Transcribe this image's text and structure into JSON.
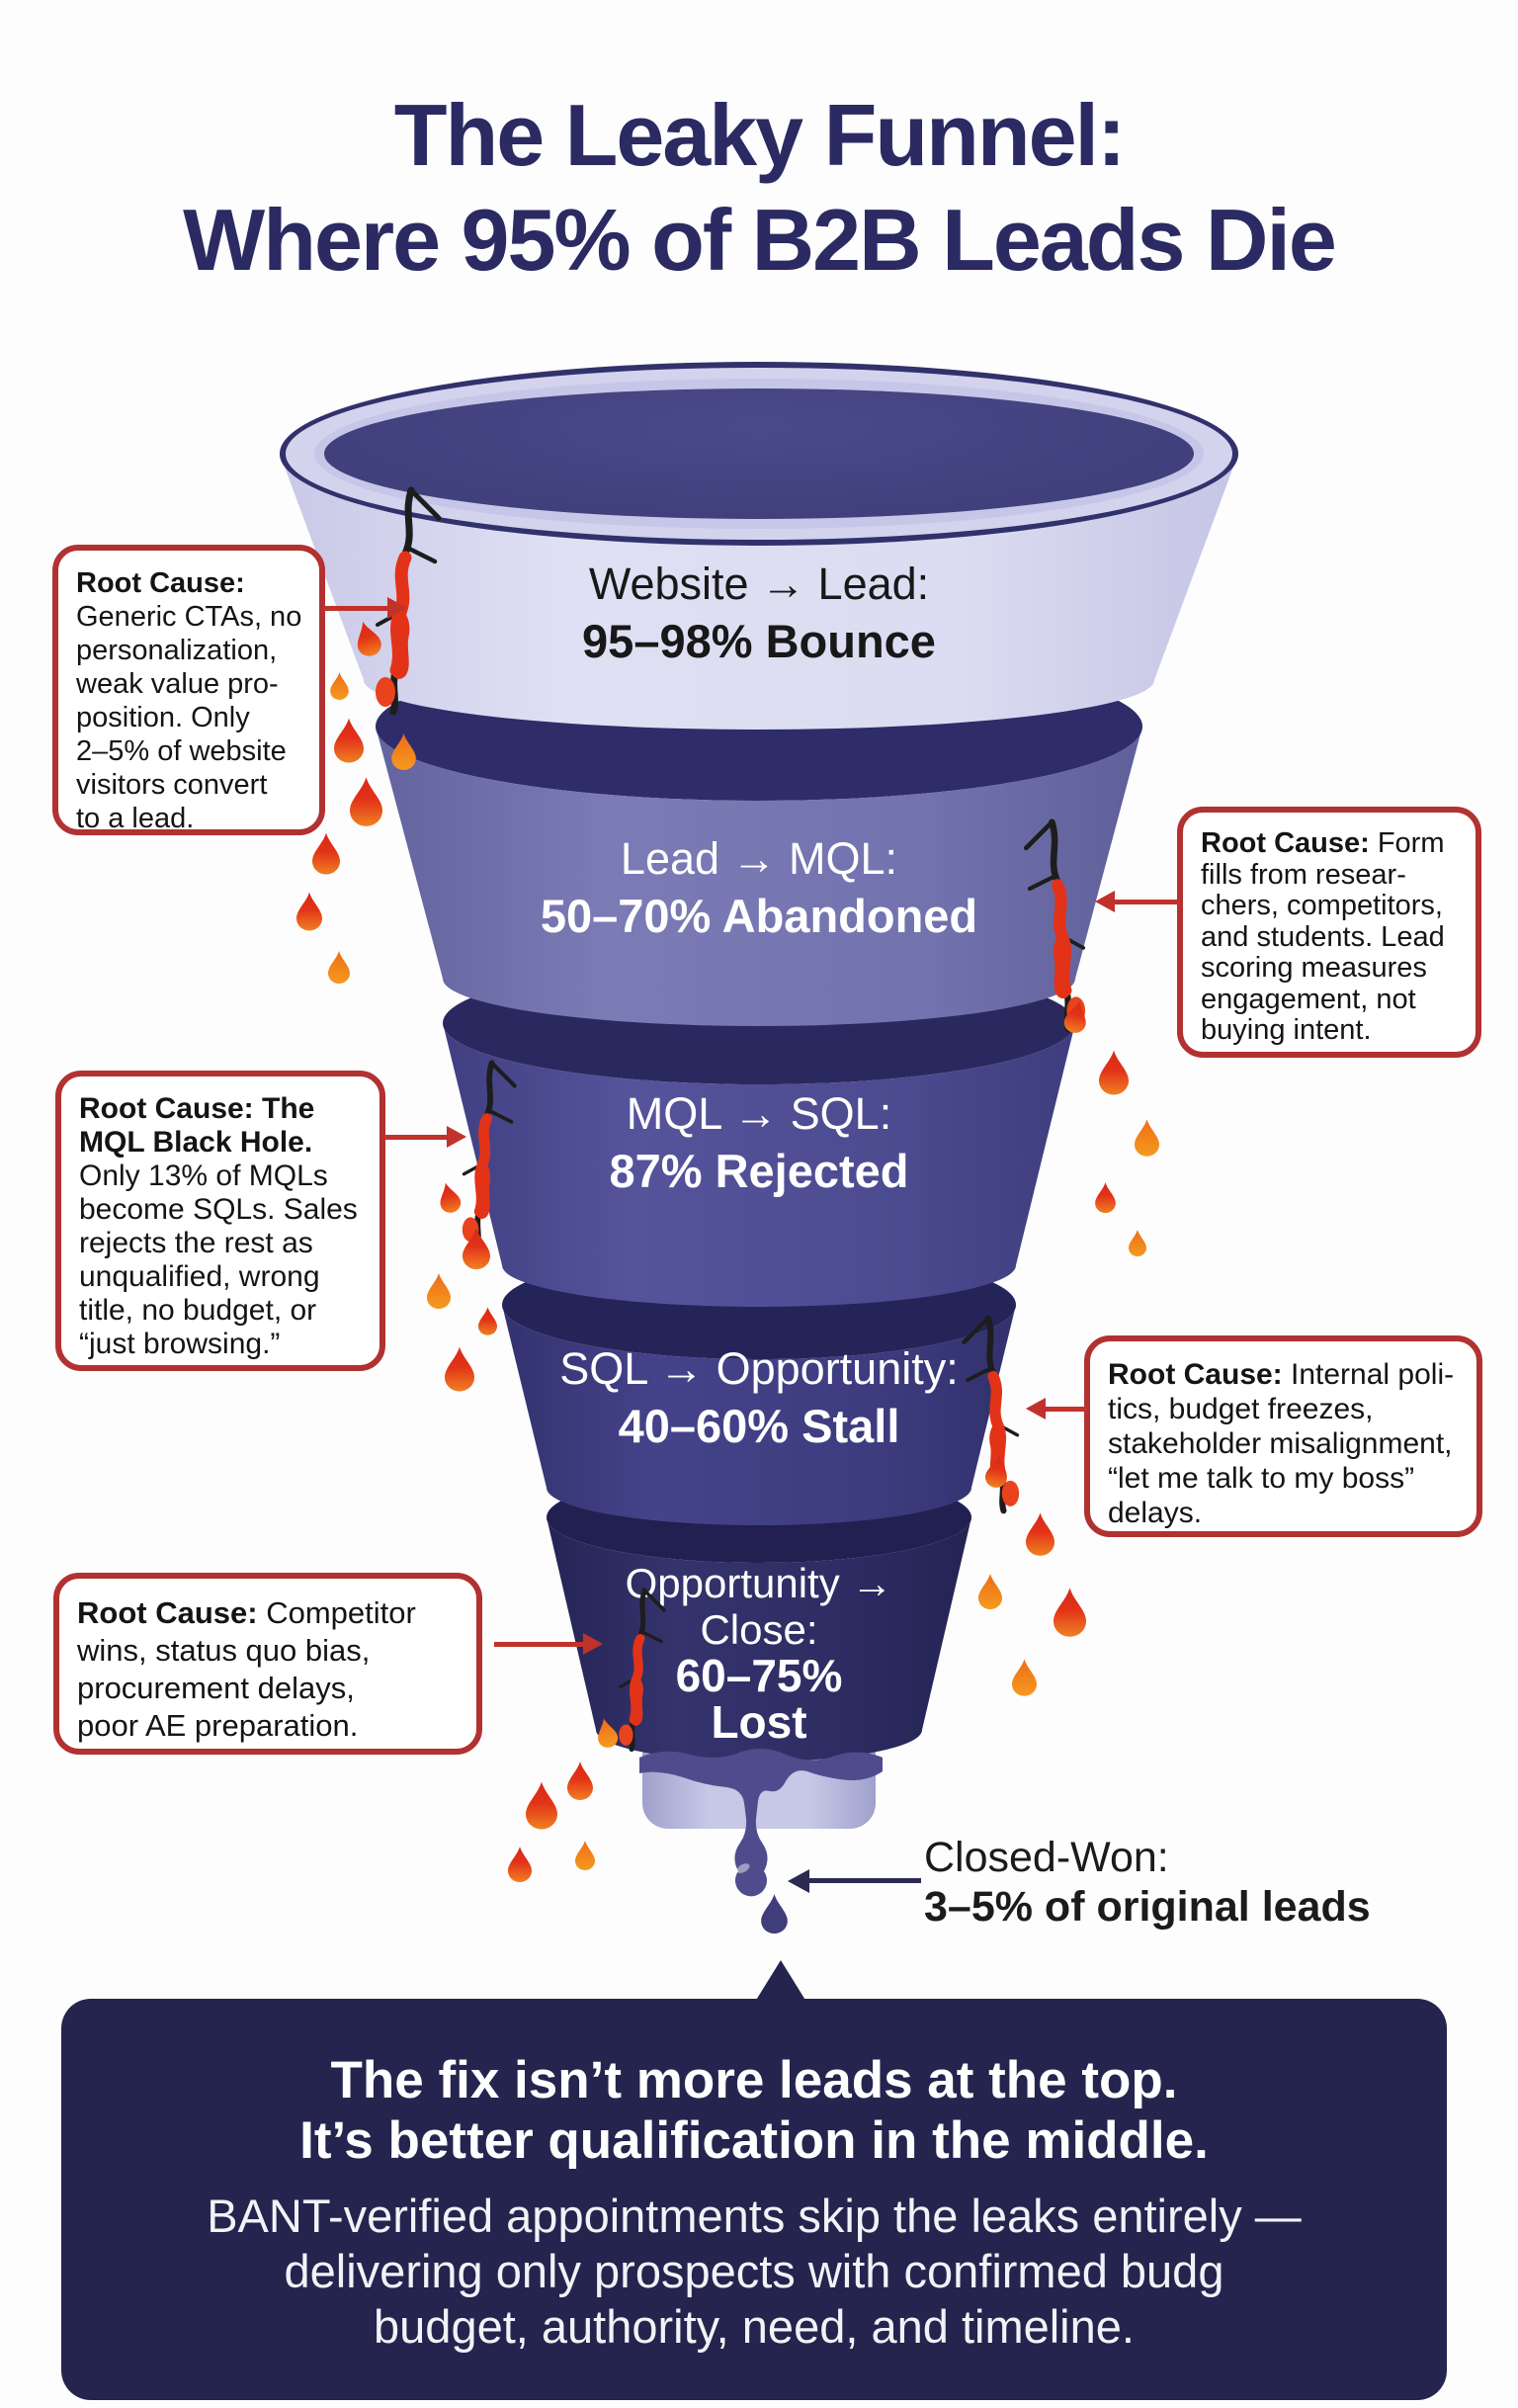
{
  "title": {
    "line1": "The Leaky Funnel:",
    "line2": "Where 95% of B2B Leads Die"
  },
  "stages": [
    {
      "label": "Website → Lead:",
      "stat": "95–98% Bounce"
    },
    {
      "label": "Lead → MQL:",
      "stat": "50–70% Abandoned"
    },
    {
      "label": "MQL → SQL:",
      "stat": "87% Rejected"
    },
    {
      "label": "SQL → Opportunity:",
      "stat": "40–60% Stall"
    },
    {
      "label": "Opportunity → Close:",
      "stat": "60–75% Lost"
    }
  ],
  "causes": [
    {
      "lines": [
        {
          "b": "Root Cause:"
        },
        {
          "r": "Generic CTAs, no"
        },
        {
          "r": "personalization,"
        },
        {
          "r": "weak value pro-"
        },
        {
          "r": "position. Only"
        },
        {
          "r": "2–5% of website"
        },
        {
          "r": "visitors convert"
        },
        {
          "r": "to a lead."
        }
      ]
    },
    {
      "lines": [
        {
          "b": "Root Cause: ",
          "r": "Form"
        },
        {
          "r": "fills from resear-"
        },
        {
          "r": "chers, competitors,"
        },
        {
          "r": "and students. Lead"
        },
        {
          "r": "scoring measures"
        },
        {
          "r": "engagement, not"
        },
        {
          "r": "buying intent."
        }
      ]
    },
    {
      "lines": [
        {
          "b": "Root Cause: The"
        },
        {
          "b": "MQL Black Hole."
        },
        {
          "r": "Only 13% of MQLs"
        },
        {
          "r": "become SQLs. Sales"
        },
        {
          "r": "rejects the rest as"
        },
        {
          "r": "unqualified, wrong"
        },
        {
          "r": "title, no budget, or"
        },
        {
          "r": "“just browsing.”"
        }
      ]
    },
    {
      "lines": [
        {
          "b": "Root Cause: ",
          "r": "Internal poli-"
        },
        {
          "r": "tics, budget freezes,"
        },
        {
          "r": "stakeholder misalignment,"
        },
        {
          "r": "“let me talk to my boss”"
        },
        {
          "r": "delays."
        }
      ]
    },
    {
      "lines": [
        {
          "b": "Root Cause: ",
          "r": "Competitor"
        },
        {
          "r": "wins, status quo bias,"
        },
        {
          "r": "procurement delays,"
        },
        {
          "r": "poor AE preparation."
        }
      ]
    }
  ],
  "closed_won": {
    "label": "Closed-Won:",
    "stat": "3–5% of original leads"
  },
  "banner": {
    "headline1": "The fix isn’t more leads at the top.",
    "headline2": "It’s better qualification in the middle.",
    "body1": "BANT-verified appointments skip the leaks entirely —",
    "body2": "delivering only prospects with confirmed budg",
    "body3": "budget, authority, need, and timeline."
  },
  "colors": {
    "title_navy": "#2b2a62",
    "banner_navy": "#24244e",
    "funnel_stage1": "#dcdcf2",
    "funnel_stage2": "#7272ae",
    "funnel_stage3": "#4c4b90",
    "funnel_stage4": "#3d3c7f",
    "funnel_stage5": "#2d2c62",
    "cap_dark": "#2e2d69",
    "box_border_red": "#b23131",
    "leak_red": "#e23318",
    "leak_orange": "#ef7c17",
    "liquid_purple": "#4f4c8e"
  }
}
